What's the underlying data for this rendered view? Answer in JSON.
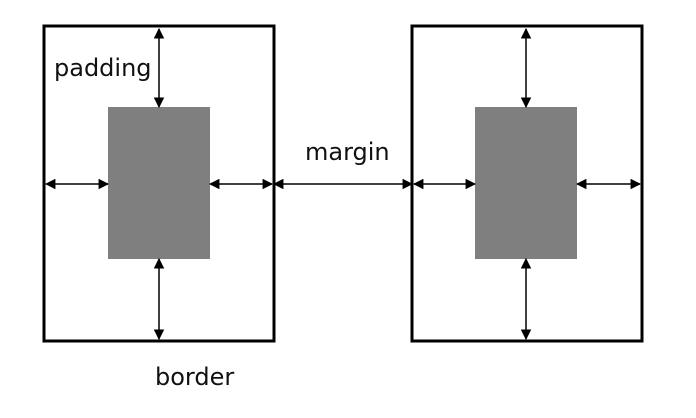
{
  "labels": {
    "padding": "padding",
    "margin": "margin",
    "border": "border"
  },
  "colors": {
    "border_stroke": "#000000",
    "content_fill": "#7f7f7f",
    "arrow": "#000000",
    "background": "#ffffff"
  }
}
